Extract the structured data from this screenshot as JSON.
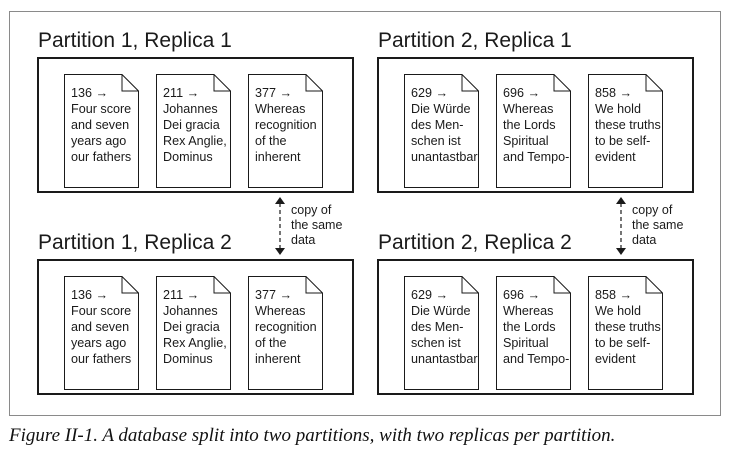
{
  "caption": "Figure II-1. A database split into two partitions, with two replicas per partition.",
  "annotation_label": "copy of\nthe same\ndata",
  "partitions": [
    {
      "title": "Partition 1, Replica 1",
      "documents": [
        {
          "text": "136 →\nFour score\nand seven\nyears ago\nour fathers"
        },
        {
          "text": "211 →\nJohannes\nDei gracia\nRex Anglie,\nDominus"
        },
        {
          "text": "377 →\nWhereas\nrecognition\nof the\ninherent"
        }
      ]
    },
    {
      "title": "Partition 2, Replica 1",
      "documents": [
        {
          "text": "629 →\nDie Würde\ndes Men-\nschen ist\nunantastbar"
        },
        {
          "text": "696 →\nWhereas\nthe Lords\nSpiritual\nand Tempo-"
        },
        {
          "text": "858 →\nWe hold\nthese truths\nto be self-\nevident"
        }
      ]
    },
    {
      "title": "Partition 1, Replica 2",
      "documents": [
        {
          "text": "136 →\nFour score\nand seven\nyears ago\nour fathers"
        },
        {
          "text": "211 →\nJohannes\nDei gracia\nRex Anglie,\nDominus"
        },
        {
          "text": "377 →\nWhereas\nrecognition\nof the\ninherent"
        }
      ]
    },
    {
      "title": "Partition 2, Replica 2",
      "documents": [
        {
          "text": "629 →\nDie Würde\ndes Men-\nschen ist\nunantastbar"
        },
        {
          "text": "696 →\nWhereas\nthe Lords\nSpiritual\nand Tempo-"
        },
        {
          "text": "858 →\nWe hold\nthese truths\nto be self-\nevident"
        }
      ]
    }
  ]
}
